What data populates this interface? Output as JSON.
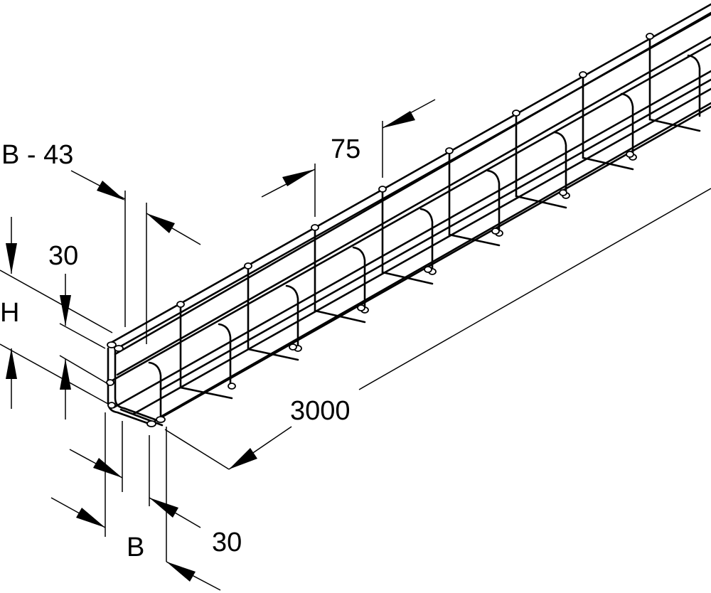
{
  "drawing": {
    "labels": {
      "b_minus_43": "B - 43",
      "spacing": "75",
      "rim_top": "30",
      "height": "H",
      "length": "3000",
      "width": "B",
      "rim_side": "30"
    },
    "colors": {
      "line": "#000000",
      "background": "#ffffff"
    }
  }
}
